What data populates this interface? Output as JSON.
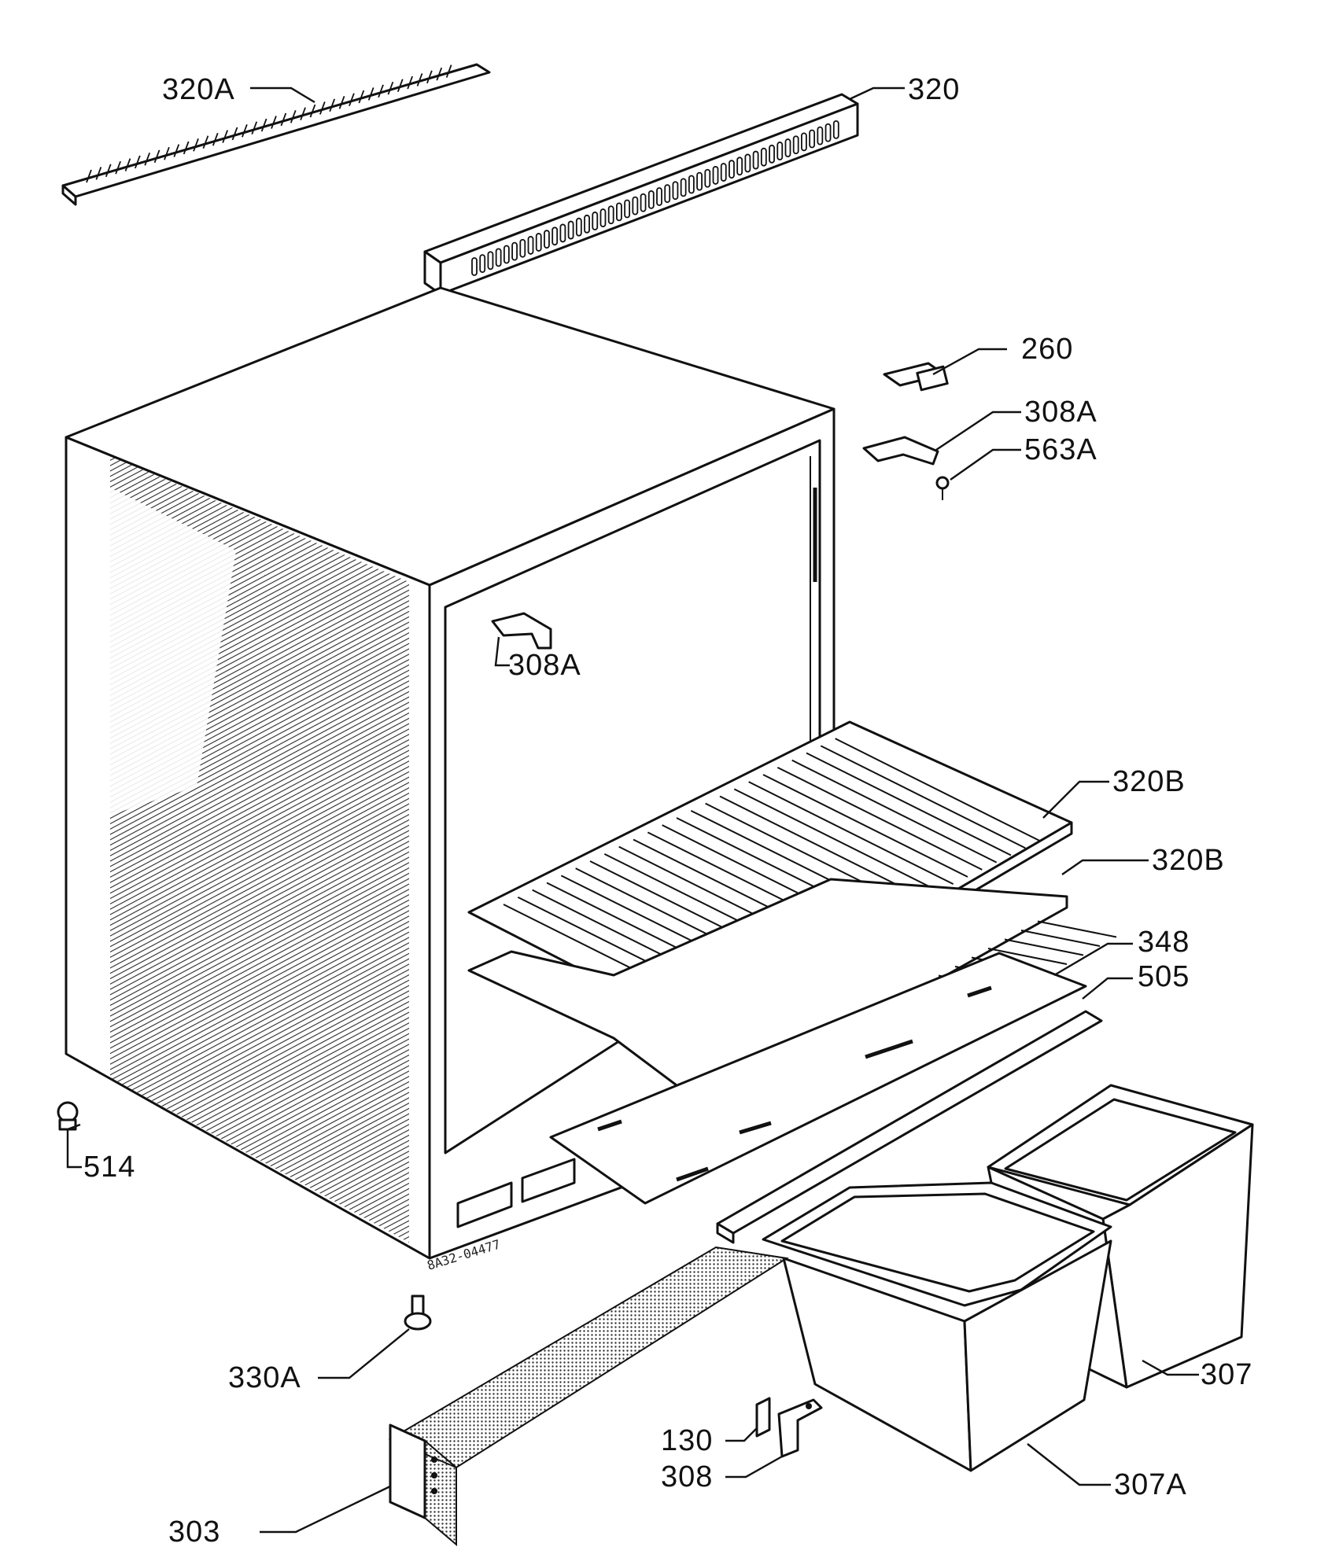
{
  "diagram": {
    "stamp": "8A32-04477",
    "callouts": [
      {
        "id": "320A",
        "text": "320A"
      },
      {
        "id": "320",
        "text": "320"
      },
      {
        "id": "260",
        "text": "260"
      },
      {
        "id": "308A-top",
        "text": "308A"
      },
      {
        "id": "563A",
        "text": "563A"
      },
      {
        "id": "308A-inner",
        "text": "308A"
      },
      {
        "id": "320B-upper",
        "text": "320B"
      },
      {
        "id": "320B-lower",
        "text": "320B"
      },
      {
        "id": "348",
        "text": "348"
      },
      {
        "id": "505",
        "text": "505"
      },
      {
        "id": "514",
        "text": "514"
      },
      {
        "id": "330A",
        "text": "330A"
      },
      {
        "id": "307",
        "text": "307"
      },
      {
        "id": "130",
        "text": "130"
      },
      {
        "id": "308",
        "text": "308"
      },
      {
        "id": "307A",
        "text": "307A"
      },
      {
        "id": "303",
        "text": "303"
      }
    ]
  }
}
